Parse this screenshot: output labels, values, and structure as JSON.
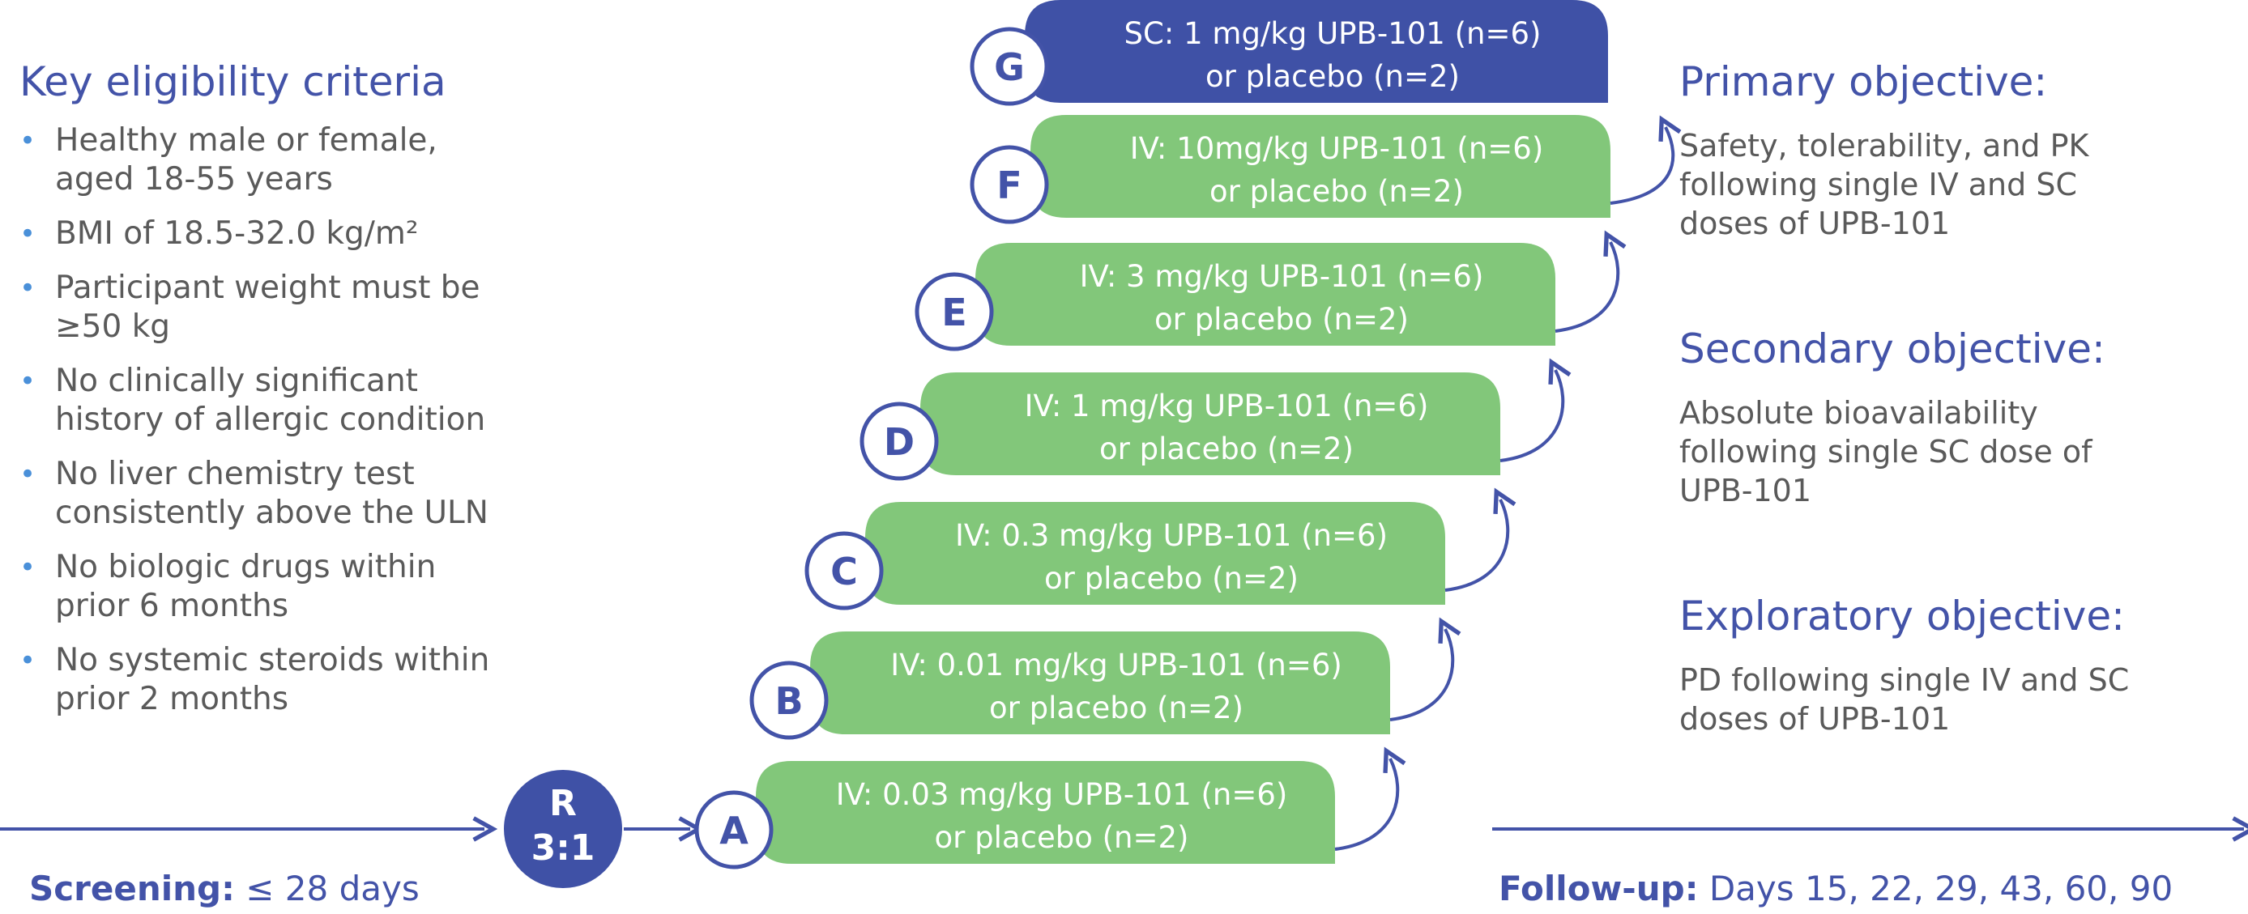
{
  "eligibility": {
    "title": "Key eligibility criteria",
    "items": [
      [
        "Healthy male or female,",
        "aged 18-55 years"
      ],
      [
        "BMI of 18.5-32.0 kg/m²"
      ],
      [
        "Participant weight must be",
        "≥50 kg"
      ],
      [
        "No clinically significant",
        "history of allergic condition"
      ],
      [
        "No liver chemistry test",
        "consistently above the ULN"
      ],
      [
        "No biologic drugs within",
        "prior 6 months"
      ],
      [
        "No systemic steroids within",
        "prior 2 months"
      ]
    ]
  },
  "randomization": {
    "line1": "R",
    "line2": "3:1"
  },
  "cohorts": [
    {
      "letter": "A",
      "line1": "IV: 0.03 mg/kg UPB-101 (n=6)",
      "line2": "or placebo (n=2)",
      "route": "IV"
    },
    {
      "letter": "B",
      "line1": "IV: 0.01 mg/kg UPB-101 (n=6)",
      "line2": "or placebo (n=2)",
      "route": "IV"
    },
    {
      "letter": "C",
      "line1": "IV: 0.3 mg/kg UPB-101 (n=6)",
      "line2": "or placebo (n=2)",
      "route": "IV"
    },
    {
      "letter": "D",
      "line1": "IV: 1 mg/kg UPB-101 (n=6)",
      "line2": "or placebo (n=2)",
      "route": "IV"
    },
    {
      "letter": "E",
      "line1": "IV: 3 mg/kg UPB-101 (n=6)",
      "line2": "or placebo (n=2)",
      "route": "IV"
    },
    {
      "letter": "F",
      "line1": "IV: 10mg/kg UPB-101 (n=6)",
      "line2": "or placebo (n=2)",
      "route": "IV"
    },
    {
      "letter": "G",
      "line1": "SC: 1 mg/kg UPB-101 (n=6)",
      "line2": "or placebo (n=2)",
      "route": "SC"
    }
  ],
  "objectives": {
    "primary": {
      "title": "Primary objective:",
      "lines": [
        "Safety, tolerability, and PK",
        "following single IV and SC",
        "doses of UPB-101"
      ]
    },
    "secondary": {
      "title": "Secondary objective:",
      "lines": [
        "Absolute bioavailability",
        "following single SC dose of",
        "UPB-101"
      ]
    },
    "exploratory": {
      "title": "Exploratory objective:",
      "lines": [
        "PD following single IV and SC",
        "doses of UPB-101"
      ]
    }
  },
  "screening": {
    "label": "Screening:",
    "value": "≤ 28 days"
  },
  "followup": {
    "label": "Follow-up:",
    "value": "Days 15, 22, 29, 43, 60, 90"
  },
  "colors": {
    "iv": "#82c77a",
    "sc": "#3f51a6",
    "accent": "#4353a8",
    "text": "#5a5a5a",
    "bullet": "#4a90d9"
  }
}
